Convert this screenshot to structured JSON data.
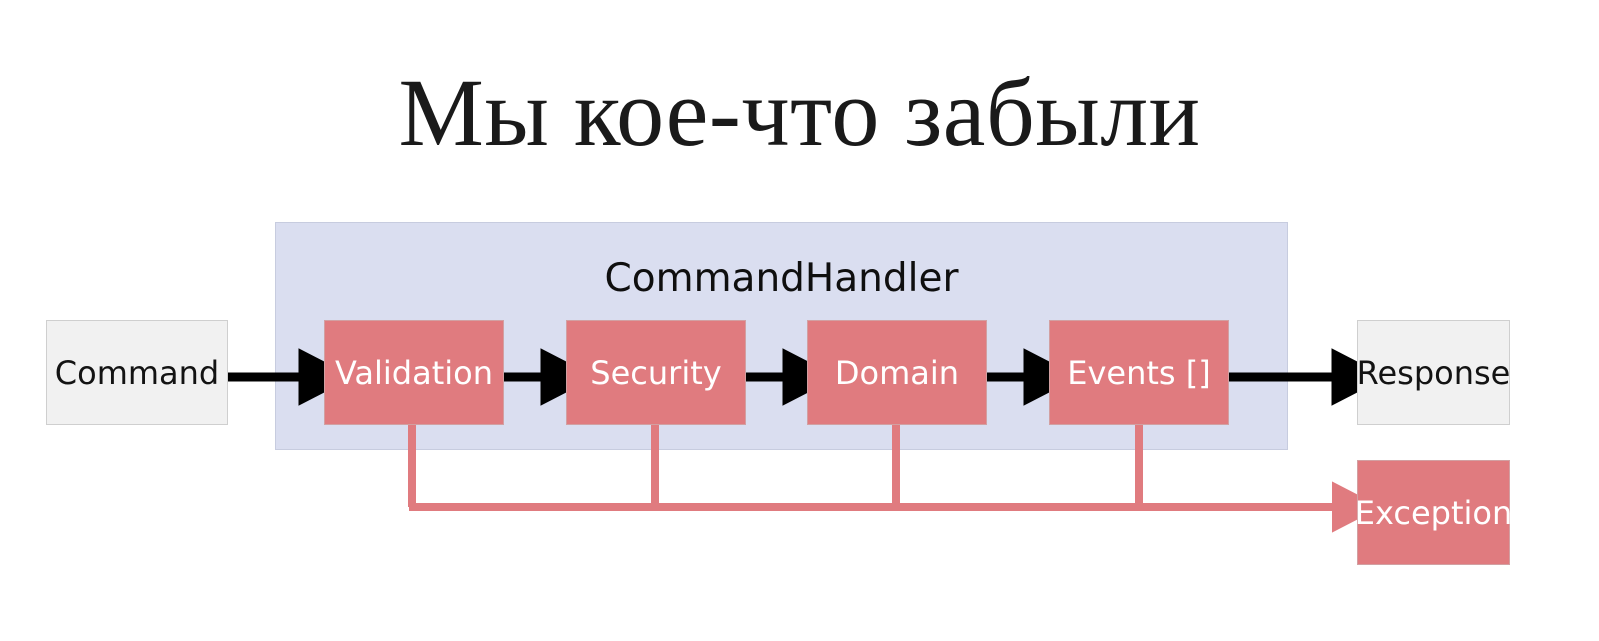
{
  "slide": {
    "title": "Мы кое-что забыли",
    "background_color": "#ffffff"
  },
  "colors": {
    "step_fill": "#e07b7f",
    "step_border": "#d2a0a2",
    "group_fill": "#dadef0",
    "group_border": "#c7ccdf",
    "plain_fill": "#f1f1f1",
    "plain_border": "#cfcfcf",
    "flow_arrow": "#000000",
    "error_arrow": "#e07b7f",
    "title_color": "#1a1a1a"
  },
  "diagram": {
    "group": {
      "label": "CommandHandler"
    },
    "input_node": {
      "label": "Command"
    },
    "output_node": {
      "label": "Response"
    },
    "error_node": {
      "label": "Exception"
    },
    "pipeline": [
      {
        "label": "Validation"
      },
      {
        "label": "Security"
      },
      {
        "label": "Domain"
      },
      {
        "label": "Events []"
      }
    ]
  }
}
